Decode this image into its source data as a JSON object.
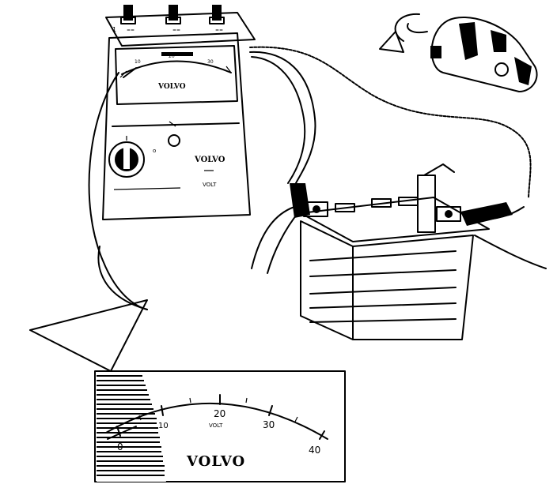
{
  "tester": {
    "brand": "VOLVO",
    "panel_text": "VOLT"
  },
  "meter_closeup": {
    "brand": "VOLVO",
    "unit": "VOLT",
    "scale_labels": [
      "0",
      "10",
      "20",
      "30",
      "40"
    ]
  }
}
